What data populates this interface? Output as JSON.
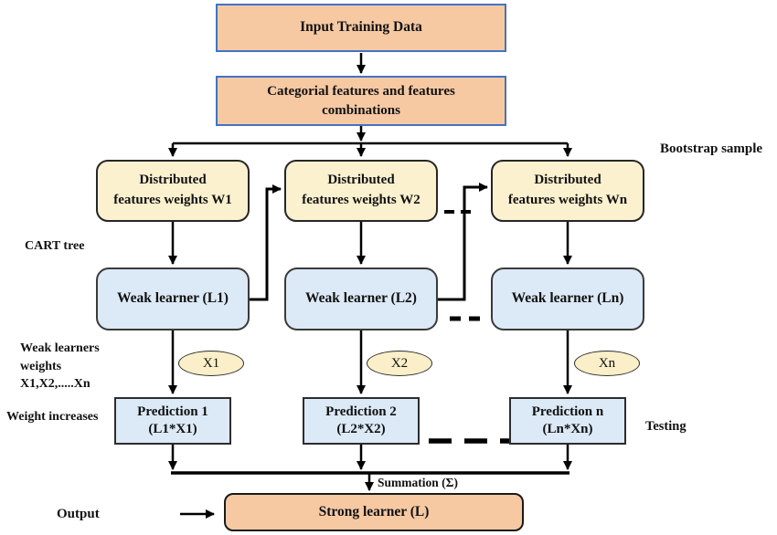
{
  "colors": {
    "peach-fill": "#F6C9A3",
    "peach-border": "#4472C4",
    "cream-fill": "#FBF1CF",
    "blue-fill": "#DCE9F6",
    "ellipse-fill": "#FAEFC8",
    "line": "#000000"
  },
  "nodes": {
    "input_training_data": {
      "label": "Input Training Data"
    },
    "categorial_features": {
      "label": "Categorial features and features\ncombinations"
    },
    "weights_w1": {
      "label": "Distributed\nfeatures weights W1"
    },
    "weights_w2": {
      "label": "Distributed\nfeatures weights W2"
    },
    "weights_wn": {
      "label": "Distributed\nfeatures weights Wn"
    },
    "weak_learner_1": {
      "label": "Weak learner (L1)"
    },
    "weak_learner_2": {
      "label": "Weak learner (L2)"
    },
    "weak_learner_n": {
      "label": "Weak learner (Ln)"
    },
    "weight_x1": {
      "label": "X1"
    },
    "weight_x2": {
      "label": "X2"
    },
    "weight_xn": {
      "label": "Xn"
    },
    "prediction_1": {
      "label": "Prediction 1\n(L1*X1)"
    },
    "prediction_2": {
      "label": "Prediction 2\n(L2*X2)"
    },
    "prediction_n": {
      "label": "Prediction n\n(Ln*Xn)"
    },
    "strong_learner": {
      "label": "Strong learner (L)"
    }
  },
  "annotations": {
    "bootstrap_sample": "Bootstrap sample",
    "cart_tree": "CART tree",
    "weak_learners_weights": "Weak learners\nweights\nX1,X2,.....Xn",
    "weight_increases": "Weight increases",
    "testing": "Testing",
    "summation": "Summation (Σ)",
    "output": "Output"
  }
}
